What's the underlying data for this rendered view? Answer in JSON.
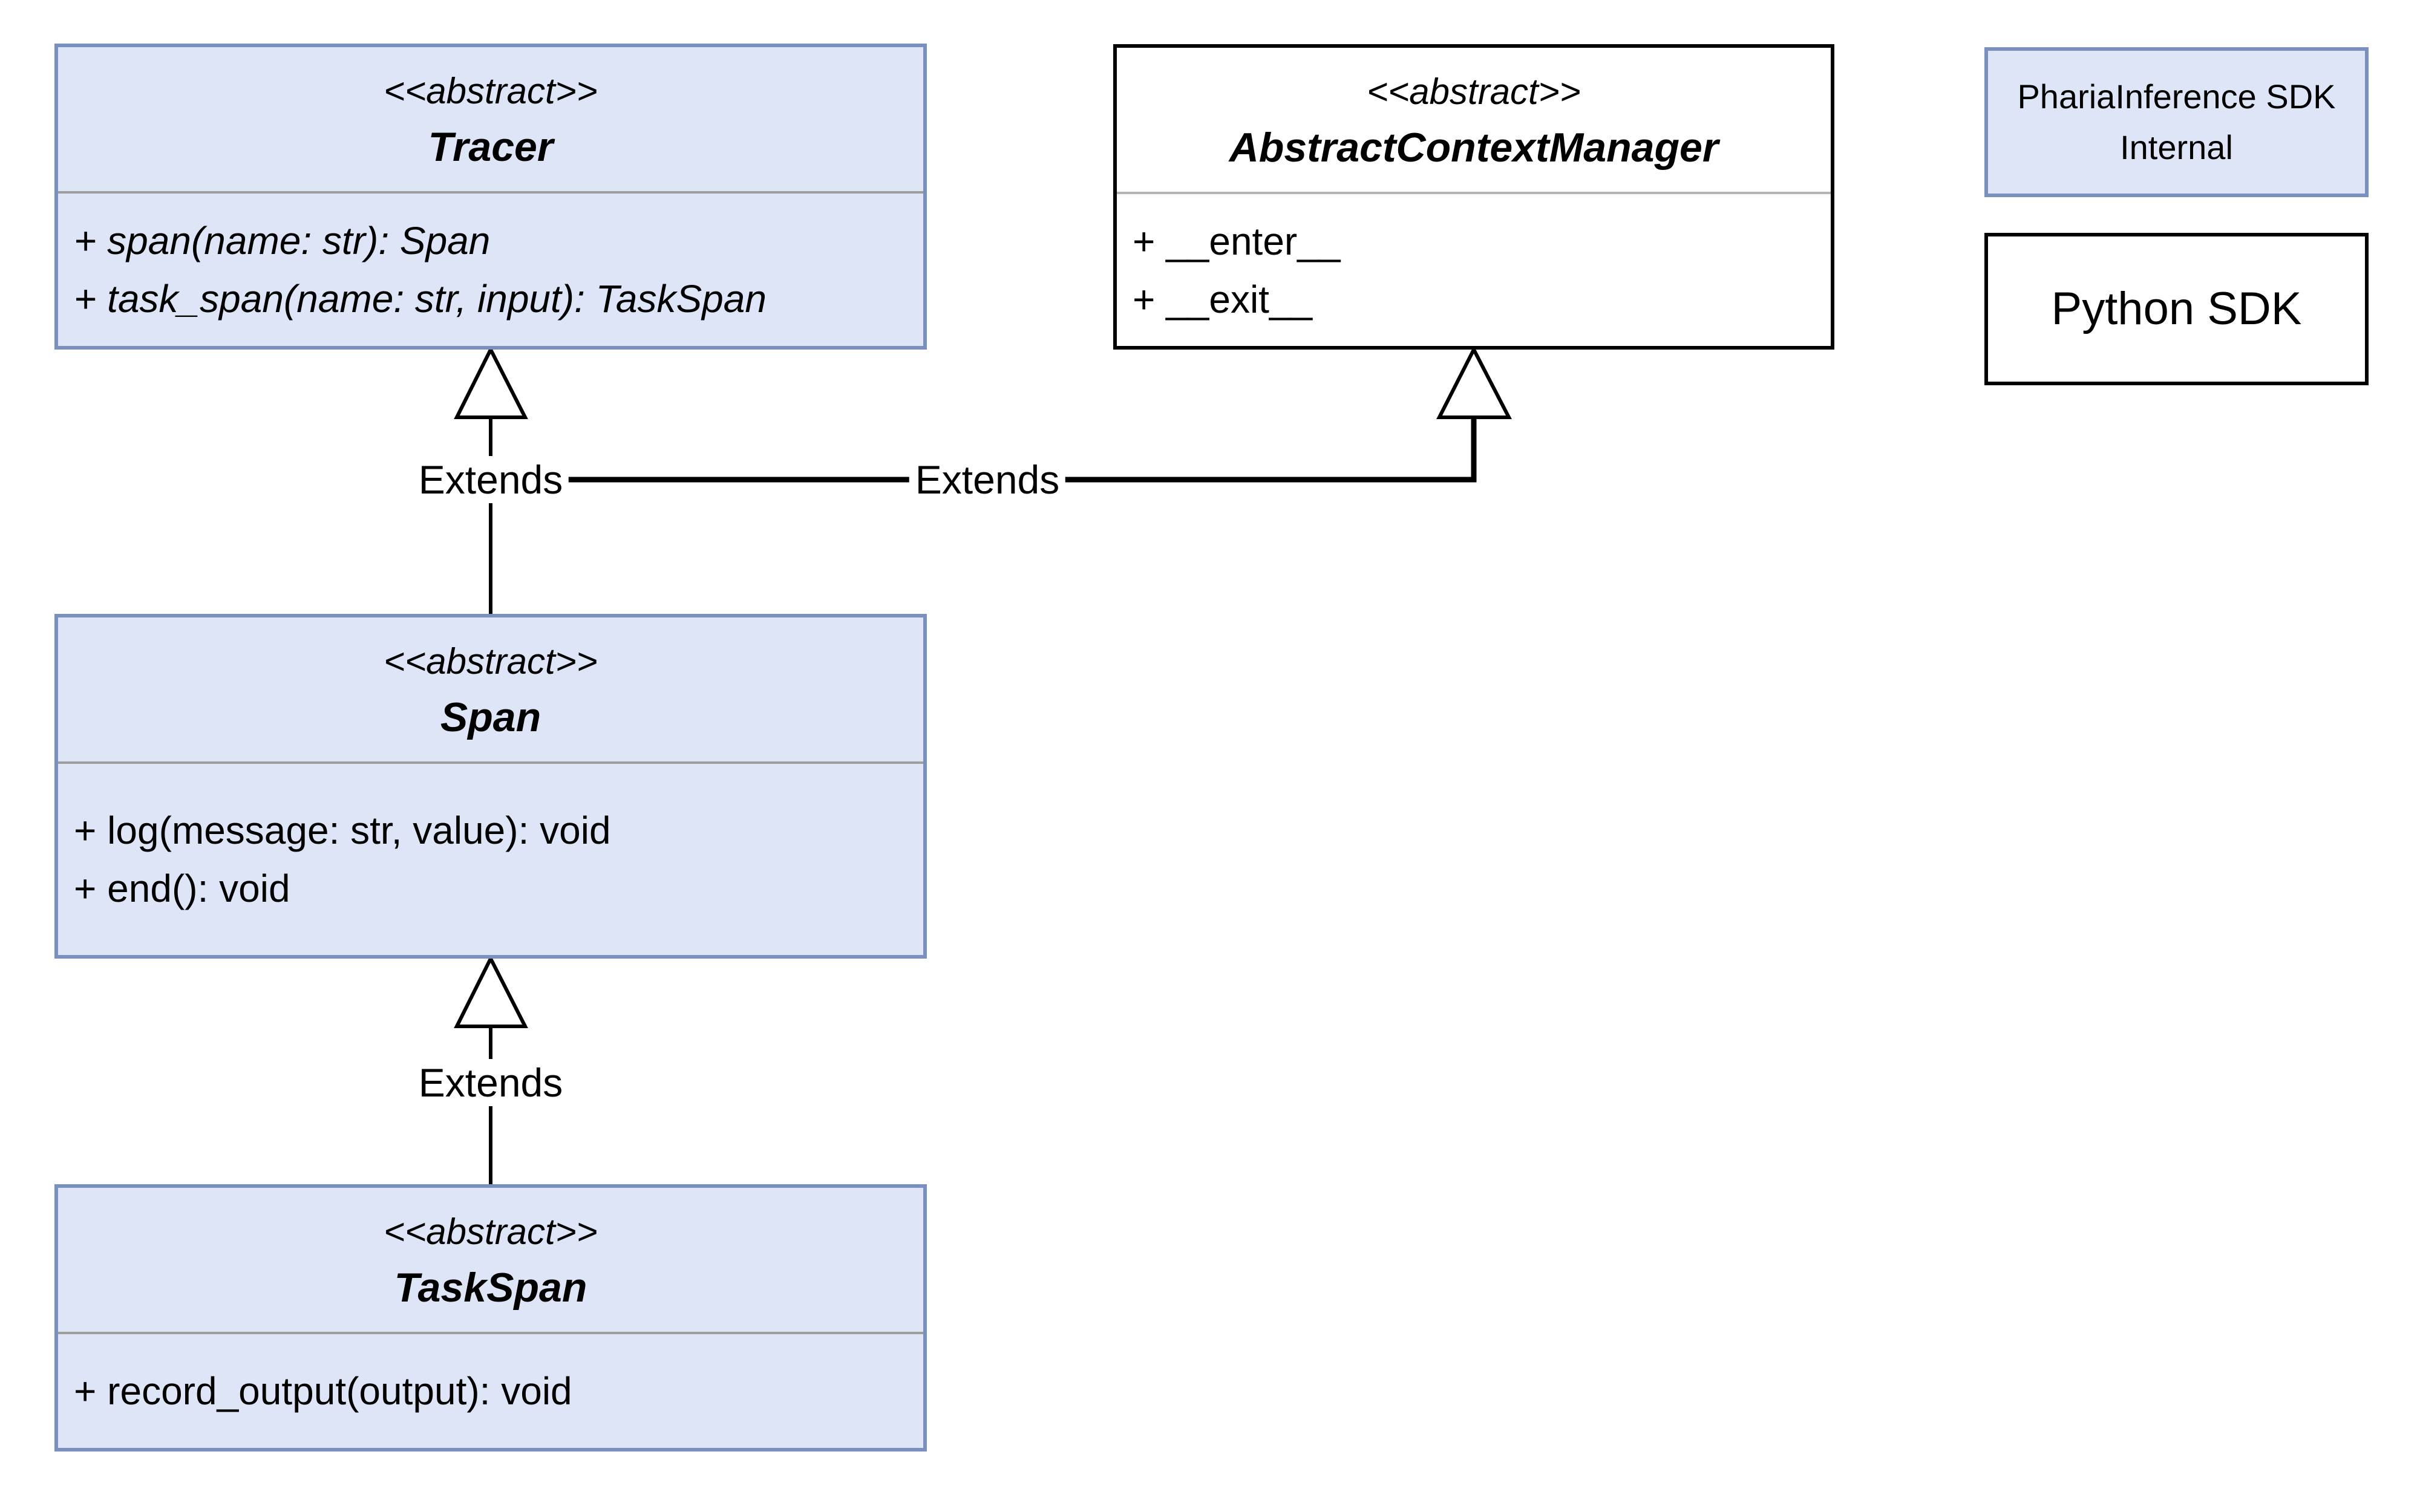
{
  "diagram": {
    "classes": [
      {
        "stereotype": "<<abstract>>",
        "name": "Tracer",
        "methods": [
          "+ span(name: str): Span",
          "+ task_span(name: str, input): TaskSpan"
        ]
      },
      {
        "stereotype": "<<abstract>>",
        "name": "AbstractContextManager",
        "methods": [
          "+ __enter__",
          "+ __exit__"
        ]
      },
      {
        "stereotype": "<<abstract>>",
        "name": "Span",
        "methods": [
          "+ log(message: str, value): void",
          "+ end(): void"
        ]
      },
      {
        "stereotype": "<<abstract>>",
        "name": "TaskSpan",
        "methods": [
          "+ record_output(output): void"
        ]
      }
    ],
    "relations": [
      {
        "label": "Extends",
        "from": "Span",
        "to": "Tracer"
      },
      {
        "label": "Extends",
        "from": "Span",
        "to": "AbstractContextManager"
      },
      {
        "label": "Extends",
        "from": "TaskSpan",
        "to": "Span"
      }
    ],
    "legend": [
      {
        "variant": "internal",
        "lines": [
          "PhariaInference SDK",
          "Internal"
        ]
      },
      {
        "variant": "external",
        "lines": [
          "Python SDK"
        ]
      }
    ],
    "colors": {
      "internal_fill": "#dde5f6",
      "internal_border": "#7a90be",
      "external_fill": "#ffffff",
      "external_border": "#000000",
      "divider": "#9e9e9e",
      "connector": "#000000"
    }
  }
}
